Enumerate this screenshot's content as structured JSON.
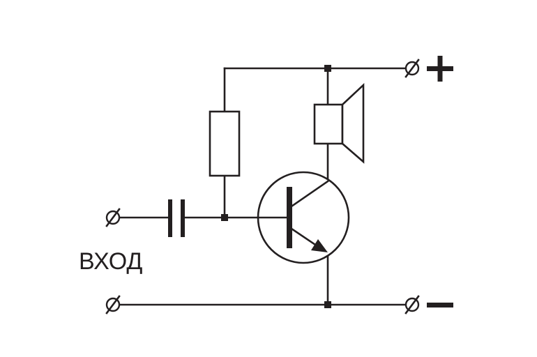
{
  "diagram": {
    "input_label": "ВХОД",
    "positive_label": "+",
    "negative_label": "−",
    "stroke_color": "#231f20",
    "background_color": "#ffffff"
  },
  "components": [
    {
      "id": "input-capacitor",
      "kind": "capacitor"
    },
    {
      "id": "bias-resistor",
      "kind": "resistor"
    },
    {
      "id": "npn-transistor",
      "kind": "transistor-npn"
    },
    {
      "id": "loudspeaker",
      "kind": "speaker"
    }
  ],
  "terminals": [
    {
      "id": "input-signal-terminal",
      "net": "input"
    },
    {
      "id": "input-ground-terminal",
      "net": "ground"
    },
    {
      "id": "positive-supply-terminal",
      "net": "positive"
    },
    {
      "id": "negative-supply-terminal",
      "net": "negative"
    }
  ]
}
